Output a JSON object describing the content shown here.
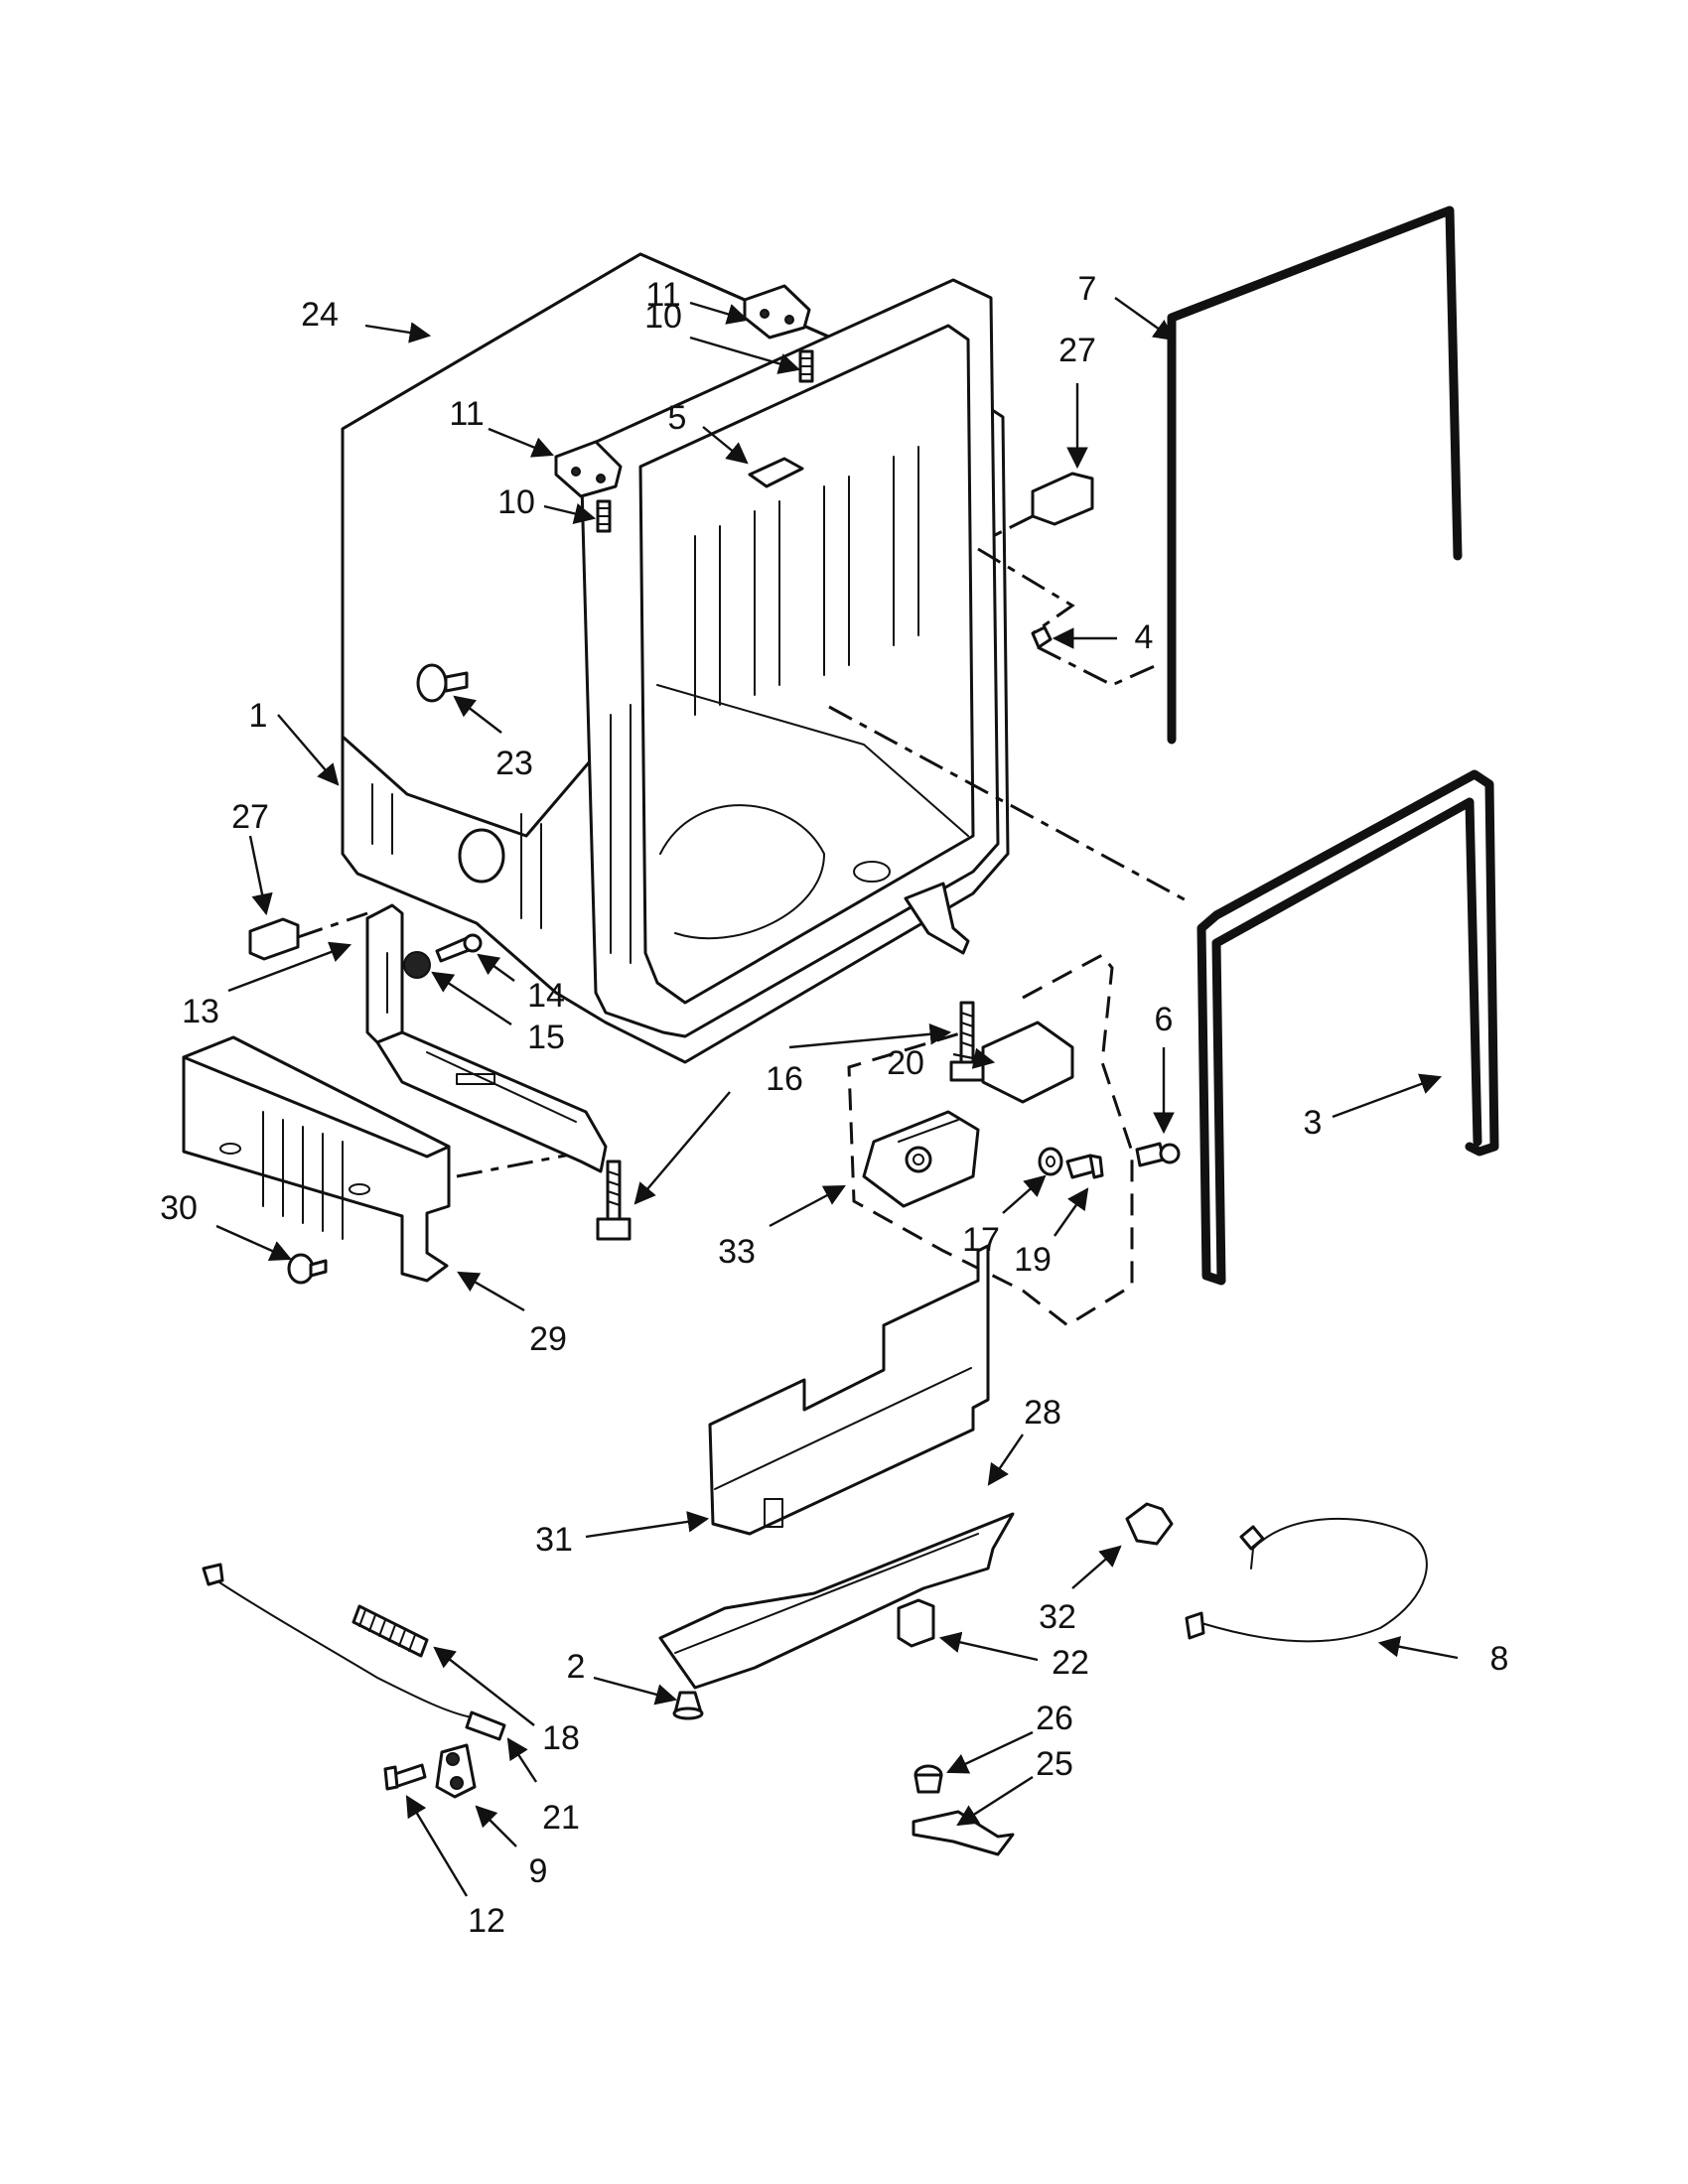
{
  "callouts": [
    {
      "id": "c1",
      "text": "1"
    },
    {
      "id": "c2",
      "text": "2"
    },
    {
      "id": "c3",
      "text": "3"
    },
    {
      "id": "c4",
      "text": "4"
    },
    {
      "id": "c5",
      "text": "5"
    },
    {
      "id": "c6",
      "text": "6"
    },
    {
      "id": "c7",
      "text": "7"
    },
    {
      "id": "c8",
      "text": "8"
    },
    {
      "id": "c9",
      "text": "9"
    },
    {
      "id": "c10a",
      "text": "10"
    },
    {
      "id": "c10b",
      "text": "10"
    },
    {
      "id": "c11a",
      "text": "11"
    },
    {
      "id": "c11b",
      "text": "11"
    },
    {
      "id": "c12",
      "text": "12"
    },
    {
      "id": "c13",
      "text": "13"
    },
    {
      "id": "c14",
      "text": "14"
    },
    {
      "id": "c15",
      "text": "15"
    },
    {
      "id": "c16",
      "text": "16"
    },
    {
      "id": "c17",
      "text": "17"
    },
    {
      "id": "c18",
      "text": "18"
    },
    {
      "id": "c19",
      "text": "19"
    },
    {
      "id": "c20",
      "text": "20"
    },
    {
      "id": "c21",
      "text": "21"
    },
    {
      "id": "c22",
      "text": "22"
    },
    {
      "id": "c23",
      "text": "23"
    },
    {
      "id": "c24",
      "text": "24"
    },
    {
      "id": "c25",
      "text": "25"
    },
    {
      "id": "c26",
      "text": "26"
    },
    {
      "id": "c27a",
      "text": "27"
    },
    {
      "id": "c27b",
      "text": "27"
    },
    {
      "id": "c28",
      "text": "28"
    },
    {
      "id": "c29",
      "text": "29"
    },
    {
      "id": "c30",
      "text": "30"
    },
    {
      "id": "c31",
      "text": "31"
    },
    {
      "id": "c32",
      "text": "32"
    },
    {
      "id": "c33",
      "text": "33"
    }
  ],
  "colors": {
    "line": "#111111",
    "background": "#ffffff"
  }
}
